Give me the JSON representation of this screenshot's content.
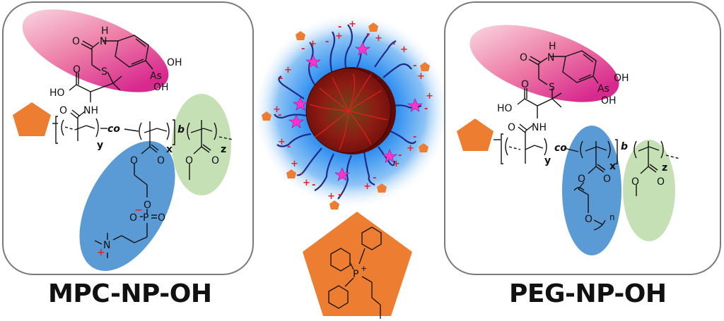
{
  "figure": {
    "left_panel": {
      "caption": "MPC-NP-OH",
      "labels": {
        "o_top": "O",
        "nh_top": "N",
        "h_top": "H",
        "s": "S",
        "as": "As",
        "oh1": "OH",
        "oh2": "OH",
        "cooh_o": "O",
        "ho": "HO",
        "amide_o": "O",
        "nh": "NH",
        "co": "co",
        "b": "b",
        "x": "x",
        "y": "y",
        "z": "z",
        "ester_o1": "O",
        "ester_o2": "O",
        "ester_o3": "O",
        "ester_o4": "O",
        "link_o": "O",
        "p": "P",
        "p_o_minus": "O",
        "p_o_double": "O",
        "minus": "−",
        "n": "N",
        "plus": "+"
      },
      "highlight_colors": {
        "arsenical": "#d8298f",
        "zwitterion": "#5b9bd5",
        "methacrylate": "#c5e0b4",
        "targeting": "#ed7d31"
      }
    },
    "right_panel": {
      "caption": "PEG-NP-OH",
      "labels": {
        "o_top": "O",
        "nh_top": "N",
        "h_top": "H",
        "s": "S",
        "as": "As",
        "oh1": "OH",
        "oh2": "OH",
        "cooh_o": "O",
        "ho": "HO",
        "amide_o": "O",
        "nh": "NH",
        "co": "co",
        "b": "b",
        "x": "x",
        "y": "y",
        "z": "z",
        "ester_o1": "O",
        "ester_o2": "O",
        "ester_o3": "O",
        "ester_o4": "O",
        "peg_o": "O",
        "n_repeat": "n"
      }
    },
    "center": {
      "nanoparticle": "core-shell nanoparticle",
      "charges": [
        "+",
        "-"
      ],
      "ligand": {
        "p": "P",
        "charge": "+"
      },
      "colors": {
        "core": "#8b1a1a",
        "halo": "#4fa3f0",
        "chain": "#1f2a8a",
        "star": "#ff33cc",
        "pentagon": "#ed7d31",
        "charge": "#e8202a"
      }
    }
  }
}
